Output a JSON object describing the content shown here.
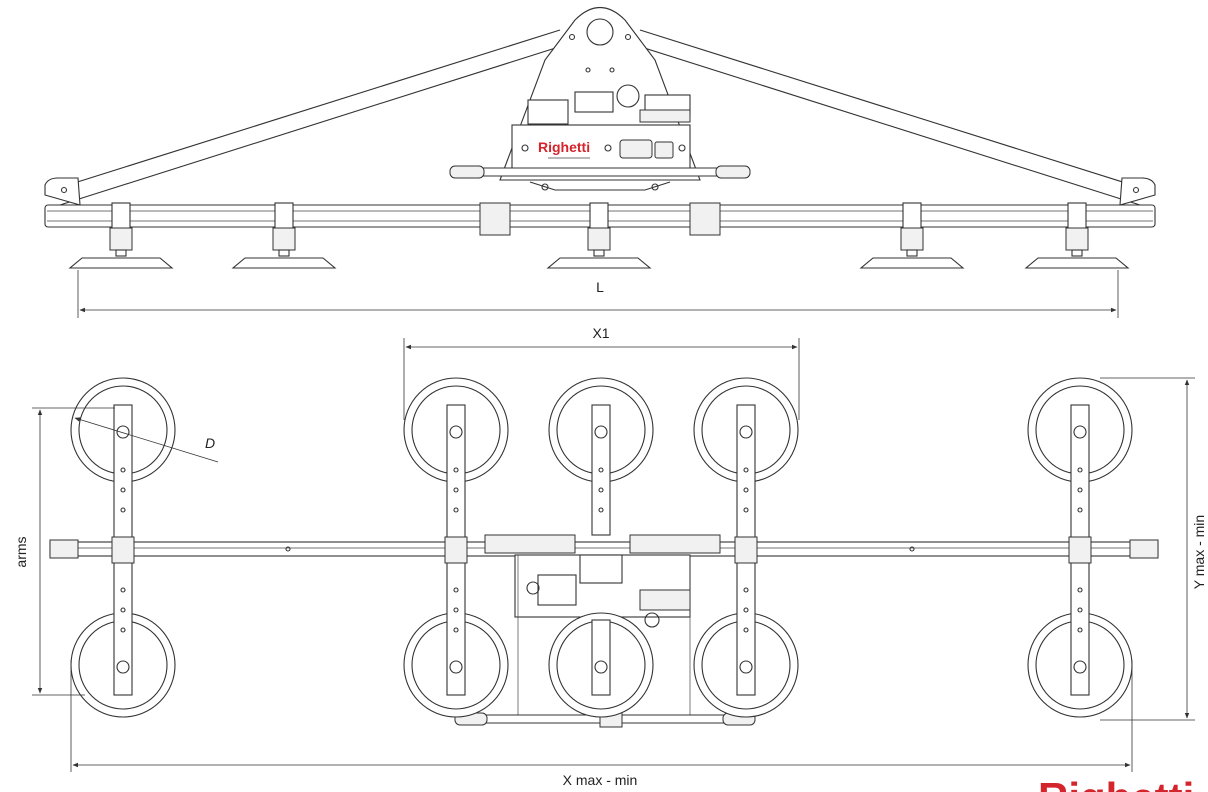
{
  "brand": {
    "name": "Righetti",
    "plate_text": "Righetti",
    "color": "#d4242c"
  },
  "labels": {
    "length": "L",
    "x1": "X1",
    "diameter": "D",
    "arms": "arms",
    "y_range": "Y max - min",
    "x_range": "X max - min"
  }
}
